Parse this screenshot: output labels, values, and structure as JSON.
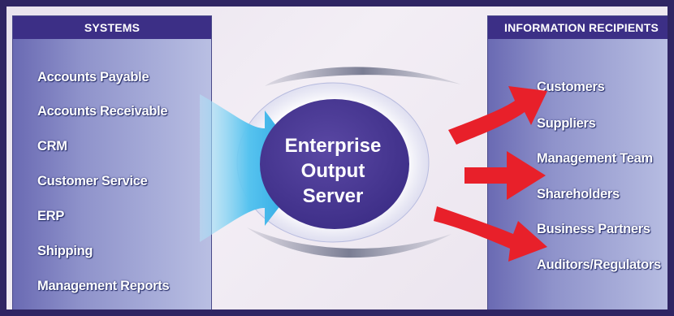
{
  "systems": {
    "title": "SYSTEMS",
    "items": [
      "Accounts Payable",
      "Accounts Receivable",
      "CRM",
      "Customer Service",
      "ERP",
      "Shipping",
      "Management Reports"
    ]
  },
  "hub": {
    "line1": "Enterprise",
    "line2": "Output",
    "line3": "Server"
  },
  "recipients": {
    "title": "INFORMATION RECIPIENTS",
    "items": [
      "Customers",
      "Suppliers",
      "Management Team",
      "Shareholders",
      "Business Partners",
      "Auditors/Regulators"
    ]
  },
  "colors": {
    "frame": "#2f2563",
    "header": "#3c2f86",
    "hub": "#4b3b94",
    "arrow": "#e8202a",
    "funnel": "#3fb8ec"
  }
}
